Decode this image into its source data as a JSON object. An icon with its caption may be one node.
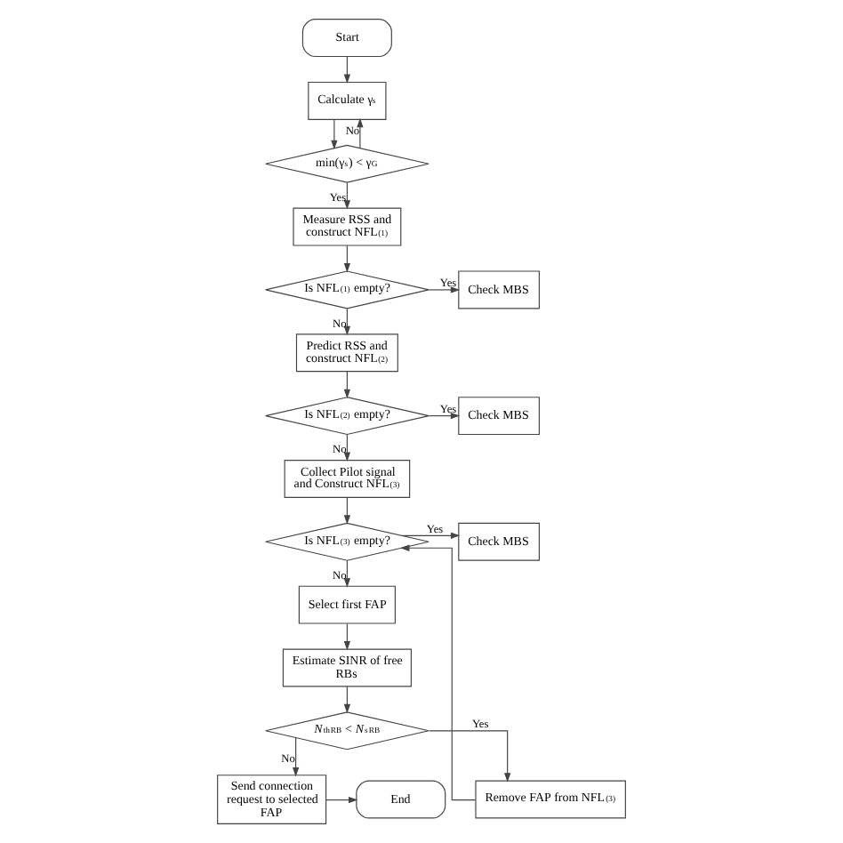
{
  "diagram": {
    "nodes": [
      {
        "text": [
          "Start"
        ]
      },
      {
        "text": [
          "Calculate γ$_{s}$"
        ]
      },
      {
        "text": [
          "min(γ$_{s}$) < γ$_{G}$"
        ]
      },
      {
        "text": [
          "Measure RSS and construct NFL$^{(1)}$"
        ]
      },
      {
        "text": [
          "Check MBS"
        ]
      },
      {
        "text": [
          "Is NFL$^{(1)}$ empty?"
        ]
      },
      {
        "text": [
          "Predict RSS and construct NFL$^{(2)}$"
        ]
      },
      {
        "text": [
          "Is NFL$^{(2)}$ empty?"
        ]
      },
      {
        "text": [
          "Check MBS"
        ]
      },
      {
        "text": [
          "Collect Pilot signal and Construct NFL$^{(3)}$"
        ]
      },
      {
        "text": [
          "Is NFL$^{(3)}$ empty?"
        ]
      },
      {
        "text": [
          "Check MBS"
        ]
      },
      {
        "text": [
          "Select first FAP"
        ]
      },
      {
        "text": [
          "Estimate SINR of free RBs"
        ]
      },
      {
        "text": [
          "*N*$^{th}$$_{RB}$ < *N*$^{s}$$_{RB}$"
        ]
      },
      {
        "text": [
          "Send connection request to selected FAP"
        ]
      },
      {
        "text": [
          "End"
        ]
      },
      {
        "text": [
          "Remove FAP from NFL$^{(3)}$"
        ]
      }
    ],
    "edges": [
      {
        "from": 0,
        "to": 1,
        "arrow": "to"
      },
      {
        "from": 1,
        "to": 2,
        "arrow": "to"
      },
      {
        "from": 2,
        "to": 1,
        "arrow": "to",
        "label": "No"
      },
      {
        "from": 2,
        "to": 3,
        "arrow": "to",
        "label": "Yes"
      },
      {
        "from": 3,
        "to": 5,
        "arrow": "to"
      },
      {
        "from": 5,
        "to": 4,
        "arrow": "to",
        "label": "Yes"
      },
      {
        "from": 5,
        "to": 6,
        "arrow": "to",
        "label": "No"
      },
      {
        "from": 6,
        "to": 7,
        "arrow": "to"
      },
      {
        "from": 7,
        "to": 8,
        "arrow": "to",
        "label": "Yes"
      },
      {
        "from": 7,
        "to": 9,
        "arrow": "to",
        "label": "No"
      },
      {
        "from": 9,
        "to": 10,
        "arrow": "to"
      },
      {
        "from": 10,
        "to": 11,
        "arrow": "to",
        "label": "Yes"
      },
      {
        "from": 10,
        "to": 12,
        "arrow": "to",
        "label": "No"
      },
      {
        "from": 12,
        "to": 13,
        "arrow": "to"
      },
      {
        "from": 13,
        "to": 14,
        "arrow": "to"
      },
      {
        "from": 14,
        "to": 17,
        "arrow": "to",
        "label": "Yes"
      },
      {
        "from": 17,
        "to": 10,
        "arrow": "to"
      },
      {
        "from": 14,
        "to": 15,
        "arrow": "to",
        "label": "No"
      },
      {
        "from": 15,
        "to": 16,
        "arrow": "to"
      }
    ]
  }
}
